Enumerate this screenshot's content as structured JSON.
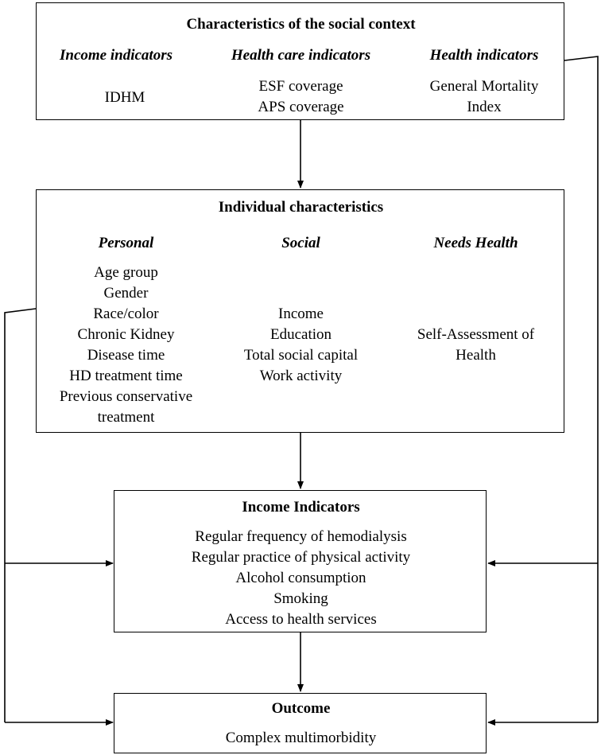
{
  "context": {
    "title": "Characteristics of the social context",
    "columns": [
      {
        "heading": "Income indicators",
        "items": [
          "IDHM"
        ]
      },
      {
        "heading": "Health care indicators",
        "items": [
          "ESF coverage",
          "APS coverage"
        ]
      },
      {
        "heading": "Health indicators",
        "items": [
          "General Mortality",
          "Index"
        ]
      }
    ]
  },
  "individual": {
    "title": "Individual characteristics",
    "columns": [
      {
        "heading": "Personal",
        "items": [
          "Age group",
          "Gender",
          "Race/color",
          "Chronic Kidney",
          "Disease time",
          "HD treatment time",
          "Previous conservative",
          "treatment"
        ]
      },
      {
        "heading": "Social",
        "items": [
          "Income",
          "Education",
          "Total social capital",
          "Work activity"
        ]
      },
      {
        "heading": "Needs Health",
        "items": [
          "Self-Assessment of",
          "Health"
        ]
      }
    ]
  },
  "income": {
    "title": "Income Indicators",
    "items": [
      "Regular frequency of hemodialysis",
      "Regular practice of physical activity",
      "Alcohol consumption",
      "Smoking",
      "Access to health services"
    ]
  },
  "outcome": {
    "title": "Outcome",
    "items": [
      "Complex multimorbidity"
    ]
  }
}
